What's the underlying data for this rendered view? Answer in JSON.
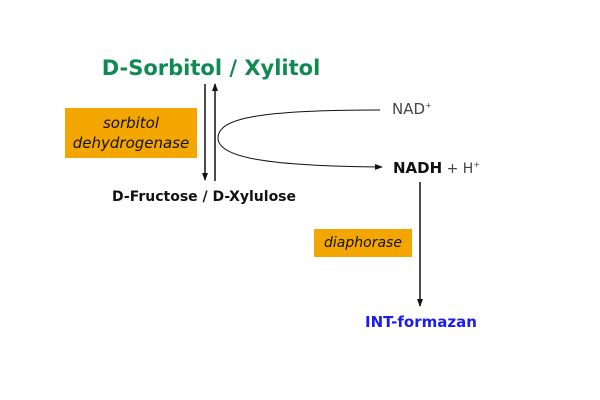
{
  "substrate": "D-Sorbitol / Xylitol",
  "enzyme1": {
    "line1": "sorbitol",
    "line2": "dehydrogenase"
  },
  "product": "D-Fructose / D-Xylulose",
  "cofactor_in": {
    "base": "NAD",
    "sup": "+"
  },
  "cofactor_out": {
    "base": "NADH",
    "plus": " + H",
    "sup": "+"
  },
  "enzyme2": "diaphorase",
  "final_product": "INT-formazan",
  "colors": {
    "substrate": "#0e8a52",
    "enzyme_box": "#f3a600",
    "final_product": "#1c1cf0"
  }
}
